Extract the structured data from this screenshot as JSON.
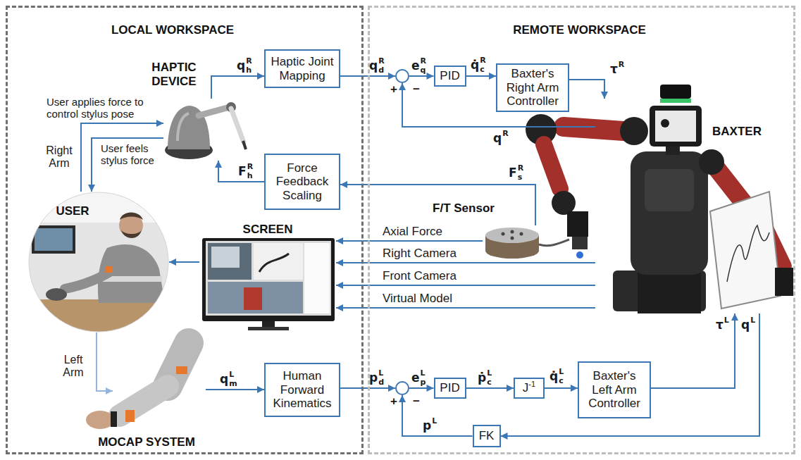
{
  "diagram": {
    "nodes": [
      {
        "text": [
          "LOCAL WORKSPACE"
        ]
      },
      {
        "text": [
          "HAPTIC DEVICE"
        ],
        "in": 0
      },
      {
        "text": [
          "Haptic Joint Mapping"
        ],
        "in": 0
      },
      {
        "text": [
          "USER"
        ],
        "in": 0
      },
      {
        "text": [
          "Force Feedback Scaling"
        ],
        "in": 0
      },
      {
        "text": [
          "SCREEN"
        ],
        "in": 0
      },
      {
        "text": [
          "MOCAP SYSTEM"
        ],
        "in": 0
      },
      {
        "text": [
          "Human Forward Kinematics"
        ],
        "in": 0
      },
      {
        "text": [
          "REMOTE WORKSPACE"
        ]
      },
      {
        "text": [
          "+",
          "−"
        ],
        "in": 8
      },
      {
        "text": [
          "PID"
        ],
        "in": 8
      },
      {
        "text": [
          "Baxter's Right Arm Controller"
        ],
        "in": 8
      },
      {
        "text": [
          "BAXTER"
        ],
        "in": 8
      },
      {
        "text": [
          "F/T Sensor"
        ],
        "in": 8
      },
      {
        "text": [
          "+",
          "−"
        ],
        "in": 8
      },
      {
        "text": [
          "PID"
        ],
        "in": 8
      },
      {
        "text": [
          "J-1"
        ],
        "in": 8
      },
      {
        "text": [
          "Baxter's Left Arm Controller"
        ],
        "in": 8
      },
      {
        "text": [
          "FK"
        ],
        "in": 8
      }
    ],
    "edges": [
      {
        "from": 3,
        "to": 1,
        "label": "Right Arm",
        "arrow": "to"
      },
      {
        "from": 1,
        "to": 3,
        "arrow": "to"
      },
      {
        "from": 1,
        "to": 2,
        "label": "qhR",
        "arrow": "to"
      },
      {
        "from": 2,
        "to": 9,
        "label": "qdR",
        "arrow": "to"
      },
      {
        "from": 9,
        "to": 10,
        "label": "eqR",
        "arrow": "to"
      },
      {
        "from": 10,
        "to": 11,
        "label": "q̇cR",
        "arrow": "to"
      },
      {
        "from": 11,
        "to": 12,
        "label": "τR",
        "arrow": "to"
      },
      {
        "from": 12,
        "to": 9,
        "label": "qR",
        "arrow": "to"
      },
      {
        "from": 13,
        "to": 4,
        "label": "FsR",
        "arrow": "to"
      },
      {
        "from": 4,
        "to": 1,
        "label": "FhR",
        "arrow": "to"
      },
      {
        "from": 13,
        "to": 5,
        "label": "Axial Force",
        "arrow": "to"
      },
      {
        "from": 12,
        "to": 5,
        "label": "Right Camera",
        "arrow": "to"
      },
      {
        "from": 12,
        "to": 5,
        "label": "Front Camera",
        "arrow": "to"
      },
      {
        "from": 12,
        "to": 5,
        "label": "Virtual Model",
        "arrow": "to"
      },
      {
        "from": 5,
        "to": 3,
        "arrow": "to"
      },
      {
        "from": 3,
        "to": 6,
        "label": "Left Arm",
        "arrow": "to"
      },
      {
        "from": 6,
        "to": 7,
        "label": "qmL",
        "arrow": "to"
      },
      {
        "from": 7,
        "to": 14,
        "label": "pdL",
        "arrow": "to"
      },
      {
        "from": 14,
        "to": 15,
        "label": "epL",
        "arrow": "to"
      },
      {
        "from": 15,
        "to": 16,
        "label": "ṗcL",
        "arrow": "to"
      },
      {
        "from": 16,
        "to": 17,
        "label": "q̇cL",
        "arrow": "to"
      },
      {
        "from": 17,
        "to": 12,
        "label": "τL",
        "arrow": "to"
      },
      {
        "from": 12,
        "to": 18,
        "label": "qL",
        "arrow": "to"
      },
      {
        "from": 18,
        "to": 14,
        "label": "pL",
        "arrow": "to"
      }
    ],
    "labels": [
      "User applies force to control stylus pose",
      "User feels stylus force"
    ]
  }
}
